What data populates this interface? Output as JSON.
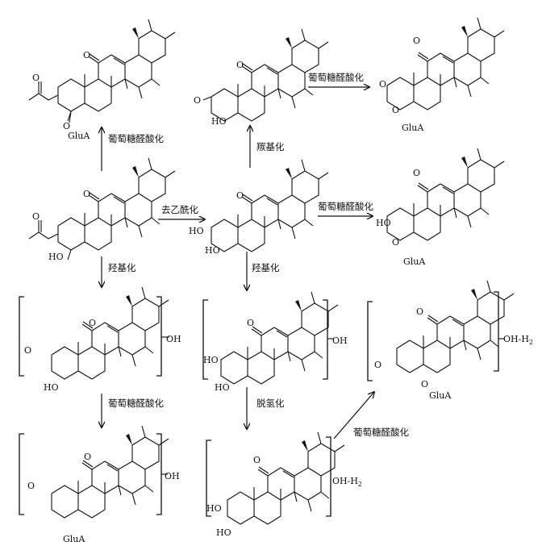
{
  "labels": {
    "O": "O",
    "OH": "OH",
    "HO": "HO",
    "COOH": "HO",
    "GluA": "GluA",
    "OH_H2": "OH-H",
    "H2_sub": "2"
  },
  "steps": {
    "glucuronidation": "葡萄糖醛酸化",
    "deacetylation": "去乙酰化",
    "carbonylation": "羰基化",
    "hydroxylation": "羟基化",
    "dehydrogenation": "脱氢化"
  }
}
